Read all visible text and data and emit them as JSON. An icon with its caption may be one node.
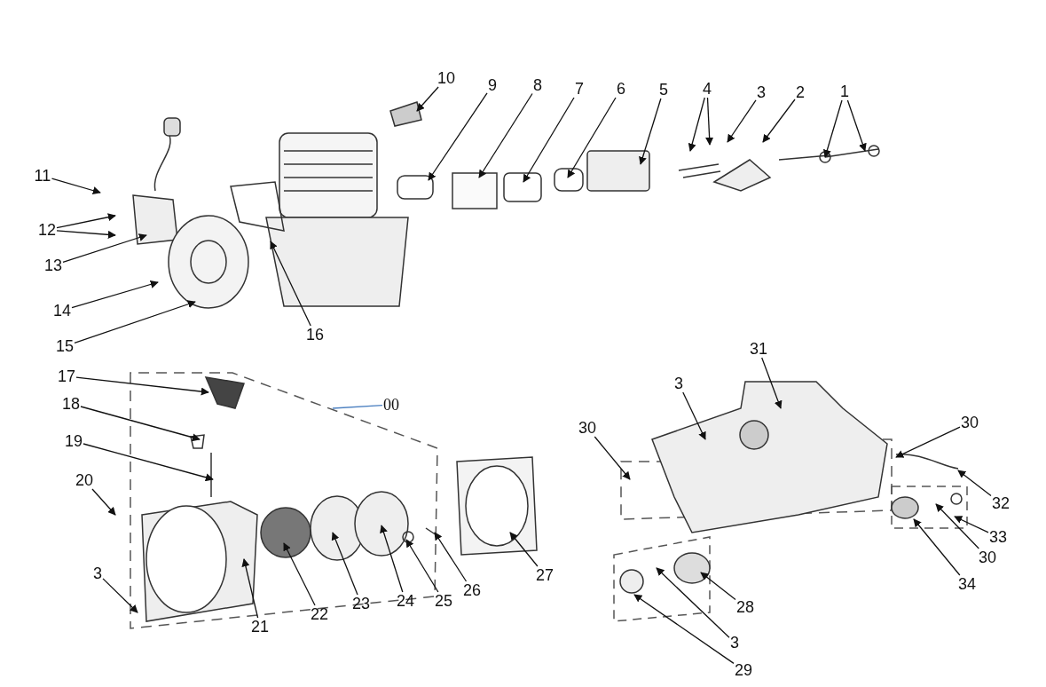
{
  "diagram": {
    "nodes": [
      {
        "text": [
          "10"
        ]
      },
      {
        "text": [
          "9"
        ]
      },
      {
        "text": [
          "8"
        ]
      },
      {
        "text": [
          "7"
        ]
      },
      {
        "text": [
          "6"
        ]
      },
      {
        "text": [
          "5"
        ]
      },
      {
        "text": [
          "4"
        ]
      },
      {
        "text": [
          "3"
        ]
      },
      {
        "text": [
          "2"
        ]
      },
      {
        "text": [
          "1"
        ]
      },
      {
        "text": [
          "11"
        ]
      },
      {
        "text": [
          "12"
        ]
      },
      {
        "text": [
          "13"
        ]
      },
      {
        "text": [
          "14"
        ]
      },
      {
        "text": [
          "15"
        ]
      },
      {
        "text": [
          "16"
        ]
      },
      {
        "text": [
          "31"
        ]
      },
      {
        "text": [
          "17"
        ]
      },
      {
        "text": [
          "3"
        ]
      },
      {
        "text": [
          "00"
        ]
      },
      {
        "text": [
          "18"
        ]
      },
      {
        "text": [
          "30"
        ]
      },
      {
        "text": [
          "30"
        ]
      },
      {
        "text": [
          "19"
        ]
      },
      {
        "text": [
          "20"
        ]
      },
      {
        "text": [
          "32"
        ]
      },
      {
        "text": [
          "33"
        ]
      },
      {
        "text": [
          "30"
        ]
      },
      {
        "text": [
          "3"
        ]
      },
      {
        "text": [
          "21"
        ]
      },
      {
        "text": [
          "22"
        ]
      },
      {
        "text": [
          "23"
        ]
      },
      {
        "text": [
          "24"
        ]
      },
      {
        "text": [
          "25"
        ]
      },
      {
        "text": [
          "26"
        ]
      },
      {
        "text": [
          "27"
        ]
      },
      {
        "text": [
          "34"
        ]
      },
      {
        "text": [
          "28"
        ]
      },
      {
        "text": [
          "3"
        ]
      },
      {
        "text": [
          "29"
        ]
      }
    ],
    "edges": [
      {
        "from": 0,
        "to": null,
        "arrow": "to"
      },
      {
        "from": 1,
        "to": null,
        "arrow": "to"
      },
      {
        "from": 2,
        "to": null,
        "arrow": "to"
      },
      {
        "from": 3,
        "to": null,
        "arrow": "to"
      },
      {
        "from": 4,
        "to": null,
        "arrow": "to"
      },
      {
        "from": 5,
        "to": null,
        "arrow": "to"
      },
      {
        "from": 6,
        "to": null,
        "arrow": "to"
      },
      {
        "from": 6,
        "to": null,
        "arrow": "to"
      },
      {
        "from": 7,
        "to": null,
        "arrow": "to"
      },
      {
        "from": 8,
        "to": null,
        "arrow": "to"
      },
      {
        "from": 9,
        "to": null,
        "arrow": "to"
      },
      {
        "from": 9,
        "to": null,
        "arrow": "to"
      },
      {
        "from": 10,
        "to": null,
        "arrow": "to"
      },
      {
        "from": 11,
        "to": null,
        "arrow": "to"
      },
      {
        "from": 11,
        "to": null,
        "arrow": "to"
      },
      {
        "from": 12,
        "to": null,
        "arrow": "to"
      },
      {
        "from": 13,
        "to": null,
        "arrow": "to"
      },
      {
        "from": 14,
        "to": null,
        "arrow": "to"
      },
      {
        "from": 15,
        "to": null,
        "arrow": "to"
      },
      {
        "from": 16,
        "to": null,
        "arrow": "to"
      },
      {
        "from": 17,
        "to": null,
        "arrow": "to"
      },
      {
        "from": 18,
        "to": null,
        "arrow": "to"
      },
      {
        "from": 19,
        "to": null,
        "arrow": "none",
        "color": "#4a7fc0"
      },
      {
        "from": 20,
        "to": null,
        "arrow": "to"
      },
      {
        "from": 21,
        "to": null,
        "arrow": "to"
      },
      {
        "from": 22,
        "to": null,
        "arrow": "to"
      },
      {
        "from": 23,
        "to": null,
        "arrow": "to"
      },
      {
        "from": 24,
        "to": null,
        "arrow": "to"
      },
      {
        "from": 25,
        "to": null,
        "arrow": "to"
      },
      {
        "from": 26,
        "to": null,
        "arrow": "to"
      },
      {
        "from": 27,
        "to": null,
        "arrow": "to"
      },
      {
        "from": 28,
        "to": null,
        "arrow": "to"
      },
      {
        "from": 29,
        "to": null,
        "arrow": "to"
      },
      {
        "from": 30,
        "to": null,
        "arrow": "to"
      },
      {
        "from": 31,
        "to": null,
        "arrow": "to"
      },
      {
        "from": 32,
        "to": null,
        "arrow": "to"
      },
      {
        "from": 33,
        "to": null,
        "arrow": "to"
      },
      {
        "from": 34,
        "to": null,
        "arrow": "to"
      },
      {
        "from": 35,
        "to": null,
        "arrow": "to"
      },
      {
        "from": 36,
        "to": null,
        "arrow": "to"
      },
      {
        "from": 37,
        "to": null,
        "arrow": "to"
      },
      {
        "from": 38,
        "to": null,
        "arrow": "to"
      },
      {
        "from": 39,
        "to": null,
        "arrow": "to"
      }
    ]
  }
}
